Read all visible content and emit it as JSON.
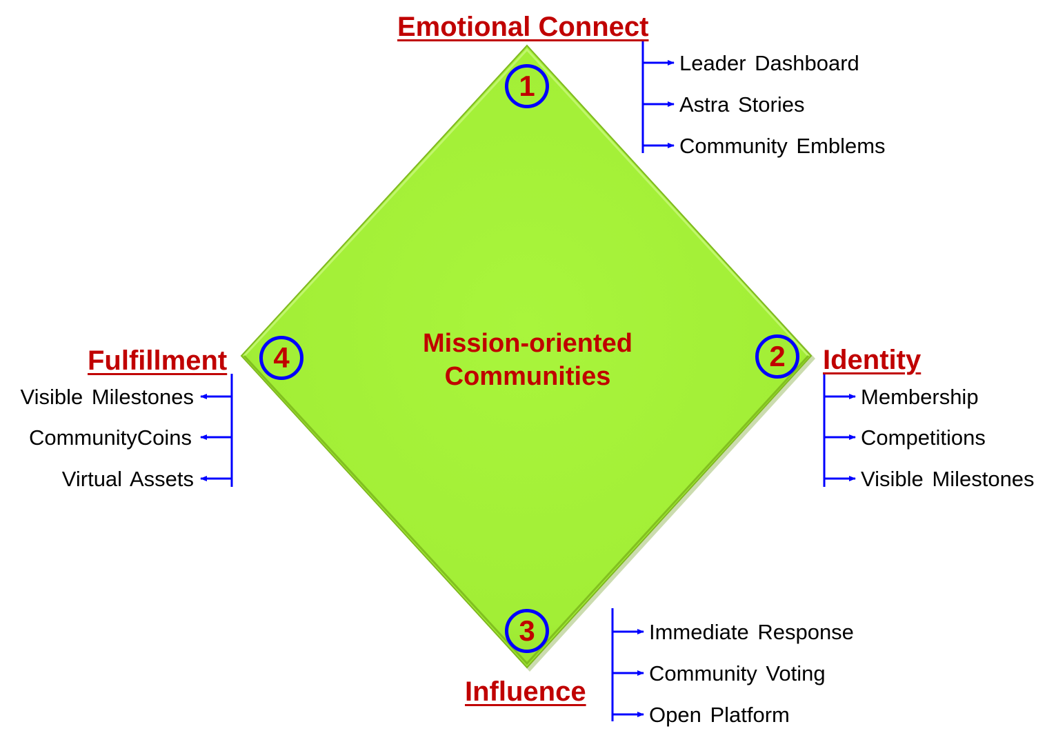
{
  "colors": {
    "diamond_fill": "#a6f23a",
    "diamond_edge": "#7fb81f",
    "heading": "#c00000",
    "connector": "#0000ff",
    "badge_border": "#0000ff",
    "badge_text": "#c00000"
  },
  "center": {
    "title_line1": "Mission-oriented",
    "title_line2": "Communities"
  },
  "quadrants": [
    {
      "number": "1",
      "heading": "Emotional Connect",
      "items": [
        "Leader Dashboard",
        "Astra Stories",
        "Community Emblems"
      ]
    },
    {
      "number": "2",
      "heading": "Identity",
      "items": [
        "Membership",
        "Competitions",
        "Visible Milestones"
      ]
    },
    {
      "number": "3",
      "heading": "Influence",
      "items": [
        "Immediate Response",
        "Community Voting",
        "Open Platform"
      ]
    },
    {
      "number": "4",
      "heading": "Fulfillment",
      "items": [
        "Visible Milestones",
        "CommunityCoins",
        "Virtual Assets"
      ]
    }
  ]
}
